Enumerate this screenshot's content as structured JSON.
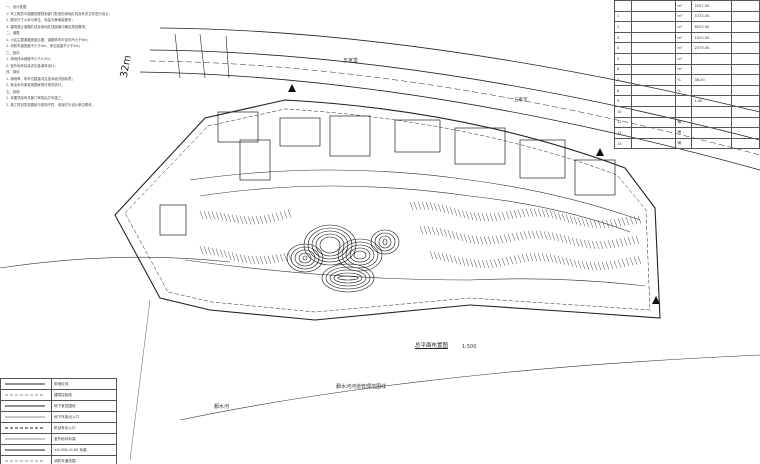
{
  "drawing": {
    "title": "总平面布置图",
    "scale": "1:500",
    "road_name": "五家堂",
    "road_width": "32m",
    "river_boundary_label": "鄱水河河道管理范围线",
    "river_label": "鄱水河",
    "street_label": "五家堂"
  },
  "notes": [
    "一、设计依据",
    "1. 本工程总平面图依据规划部门批准的用地红线及有关文件进行设计；",
    "2. 图中尺寸以米为单位，标高为黄海高程系；",
    "3. 建筑退让道路红线及用地红线距离均满足规划要求；",
    "二、道路",
    "1. 小区主要道路宽度见图，道路转弯半径均不小于6m；",
    "2. 消防车道宽度不小于4m，净空高度不小于4m；",
    "三、竖向",
    "1. 场地排水坡度不小于0.3%；",
    "2. 室外地坪标高详见各单体设计；",
    "四、绿化",
    "1. 绿地率、停车位数量详见技术经济指标表；",
    "2. 其余未尽事宜按国家现行规范执行。",
    "五、其他",
    "1. 本图须经有关部门审批后方可施工；",
    "2. 施工时如发现图纸与现场不符，请及时与设计单位联系。"
  ],
  "table": [
    [
      "",
      "",
      "m²",
      "2057.00",
      ""
    ],
    [
      "1",
      "",
      "m²",
      "5725.00",
      ""
    ],
    [
      "2",
      "",
      "m²",
      "6025.00",
      ""
    ],
    [
      "3",
      "",
      "m²",
      "1520.00",
      ""
    ],
    [
      "4",
      "",
      "m²",
      "2575.00",
      ""
    ],
    [
      "5",
      "",
      "m²",
      "",
      ""
    ],
    [
      "6",
      "",
      "m²",
      "",
      ""
    ],
    [
      "7",
      "",
      "%",
      "38.00",
      ""
    ],
    [
      "8",
      "",
      "%",
      "",
      ""
    ],
    [
      "9",
      "",
      "",
      "1.40",
      ""
    ],
    [
      "10",
      "",
      "",
      "",
      ""
    ],
    [
      "11",
      "",
      "辆",
      "",
      ""
    ],
    [
      "12",
      "",
      "辆",
      "",
      ""
    ],
    [
      "13",
      "",
      "辆",
      "",
      ""
    ]
  ],
  "legend": [
    {
      "label": "用地红线"
    },
    {
      "label": "建筑控制线"
    },
    {
      "label": "地下室范围线"
    },
    {
      "label": "地下车库出入口"
    },
    {
      "label": "机动车出入口"
    },
    {
      "label": "室外地坪标高"
    },
    {
      "label": "±0.000=0.00 标高"
    },
    {
      "label": "消防车道范围"
    }
  ],
  "colors": {
    "line": "#222222",
    "grid": "#555555",
    "bg": "#ffffff"
  }
}
